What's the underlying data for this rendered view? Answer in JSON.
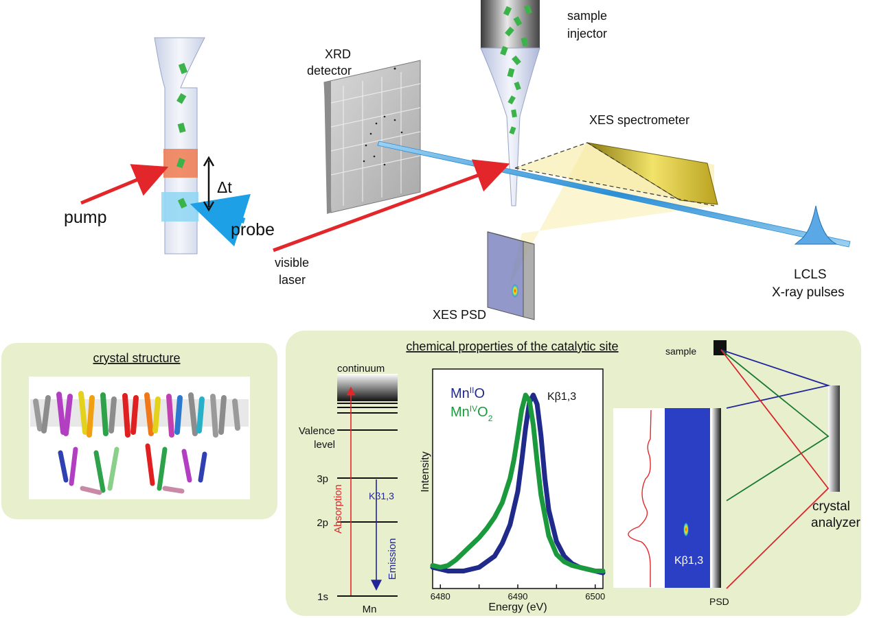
{
  "top": {
    "pump": "pump",
    "probe": "probe",
    "delta_t": "Δt",
    "xrd_detector": [
      "XRD",
      "detector"
    ],
    "sample_injector": [
      "sample",
      "injector"
    ],
    "xes_spectrometer": "XES spectrometer",
    "visible_laser": [
      "visible",
      "laser"
    ],
    "xes_psd": "XES PSD",
    "lcls_pulses": [
      "LCLS",
      "X-ray pulses"
    ]
  },
  "crystal_panel": {
    "title": "crystal structure"
  },
  "catalytic_panel": {
    "title": "chemical properties of the catalytic site",
    "energy_levels": {
      "continuum": "continuum",
      "valence": [
        "Valence",
        "level"
      ],
      "level_3p": "3p",
      "level_2p": "2p",
      "level_1s": "1s",
      "element": "Mn",
      "absorption": "Absorption",
      "emission": "Emission",
      "transition_label": "Kβ1,3"
    },
    "sample_label": "sample",
    "crystal_analyzer": [
      "crystal",
      "analyzer"
    ],
    "psd_label": "PSD",
    "psd_peak_label": "Kβ1,3"
  },
  "chart_data": {
    "type": "line",
    "title": "",
    "xlabel": "Energy (eV)",
    "ylabel": "Intensity",
    "xlim": [
      6479,
      6501
    ],
    "xticks": [
      6480,
      6490,
      6500
    ],
    "grid": false,
    "legend_position": "top-left",
    "peak_label": "Kβ1,3",
    "series": [
      {
        "name": "MnIIO",
        "legend_main": "Mn",
        "legend_sup": "II",
        "legend_after": "O",
        "legend_sub": "",
        "color": "#1f2a8a",
        "x": [
          6479,
          6481,
          6483,
          6485,
          6487,
          6488,
          6489,
          6490,
          6490.5,
          6491,
          6491.5,
          6492,
          6492.5,
          6493,
          6493.5,
          6494,
          6495,
          6496,
          6497,
          6498,
          6499,
          6500,
          6501
        ],
        "y": [
          0.07,
          0.05,
          0.05,
          0.07,
          0.13,
          0.2,
          0.3,
          0.48,
          0.64,
          0.82,
          0.96,
          1.0,
          0.95,
          0.78,
          0.55,
          0.38,
          0.21,
          0.13,
          0.09,
          0.07,
          0.06,
          0.05,
          0.04
        ]
      },
      {
        "name": "MnIVO2",
        "legend_main": "Mn",
        "legend_sup": "IV",
        "legend_after": "O",
        "legend_sub": "2",
        "color": "#1a9a3c",
        "x": [
          6479,
          6480,
          6481,
          6482,
          6483,
          6484,
          6485,
          6486,
          6487,
          6488,
          6489,
          6489.5,
          6490,
          6490.5,
          6491,
          6491.5,
          6492,
          6492.5,
          6493,
          6494,
          6495,
          6496,
          6497,
          6498,
          6499,
          6500,
          6501
        ],
        "y": [
          0.08,
          0.07,
          0.08,
          0.11,
          0.15,
          0.19,
          0.23,
          0.28,
          0.34,
          0.42,
          0.55,
          0.65,
          0.78,
          0.92,
          1.0,
          0.97,
          0.84,
          0.64,
          0.46,
          0.24,
          0.14,
          0.1,
          0.08,
          0.07,
          0.06,
          0.05,
          0.05
        ]
      }
    ]
  }
}
